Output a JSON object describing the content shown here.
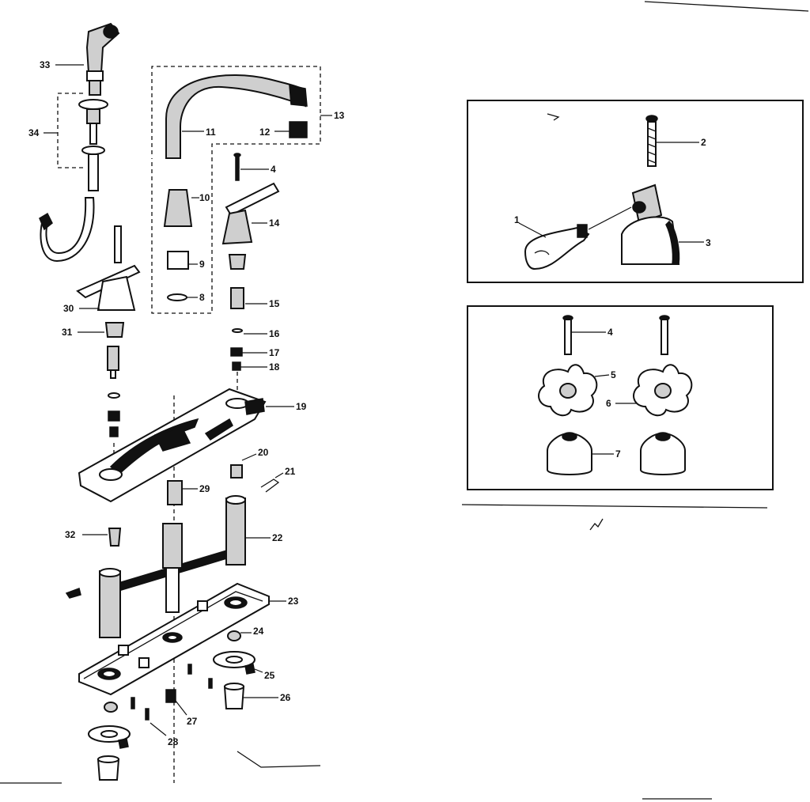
{
  "callouts": {
    "c1": "1",
    "c2": "2",
    "c3": "3",
    "c4": "4",
    "c4b": "4",
    "c5": "5",
    "c6": "6",
    "c7": "7",
    "c8": "8",
    "c9": "9",
    "c10": "10",
    "c11": "11",
    "c12": "12",
    "c13": "13",
    "c14": "14",
    "c15": "15",
    "c16": "16",
    "c17": "17",
    "c18": "18",
    "c19": "19",
    "c20": "20",
    "c21": "21",
    "c22": "22",
    "c23": "23",
    "c24": "24",
    "c25": "25",
    "c26": "26",
    "c27": "27",
    "c28": "28",
    "c29": "29",
    "c30": "30",
    "c31": "31",
    "c32": "32",
    "c33": "33",
    "c34": "34"
  }
}
